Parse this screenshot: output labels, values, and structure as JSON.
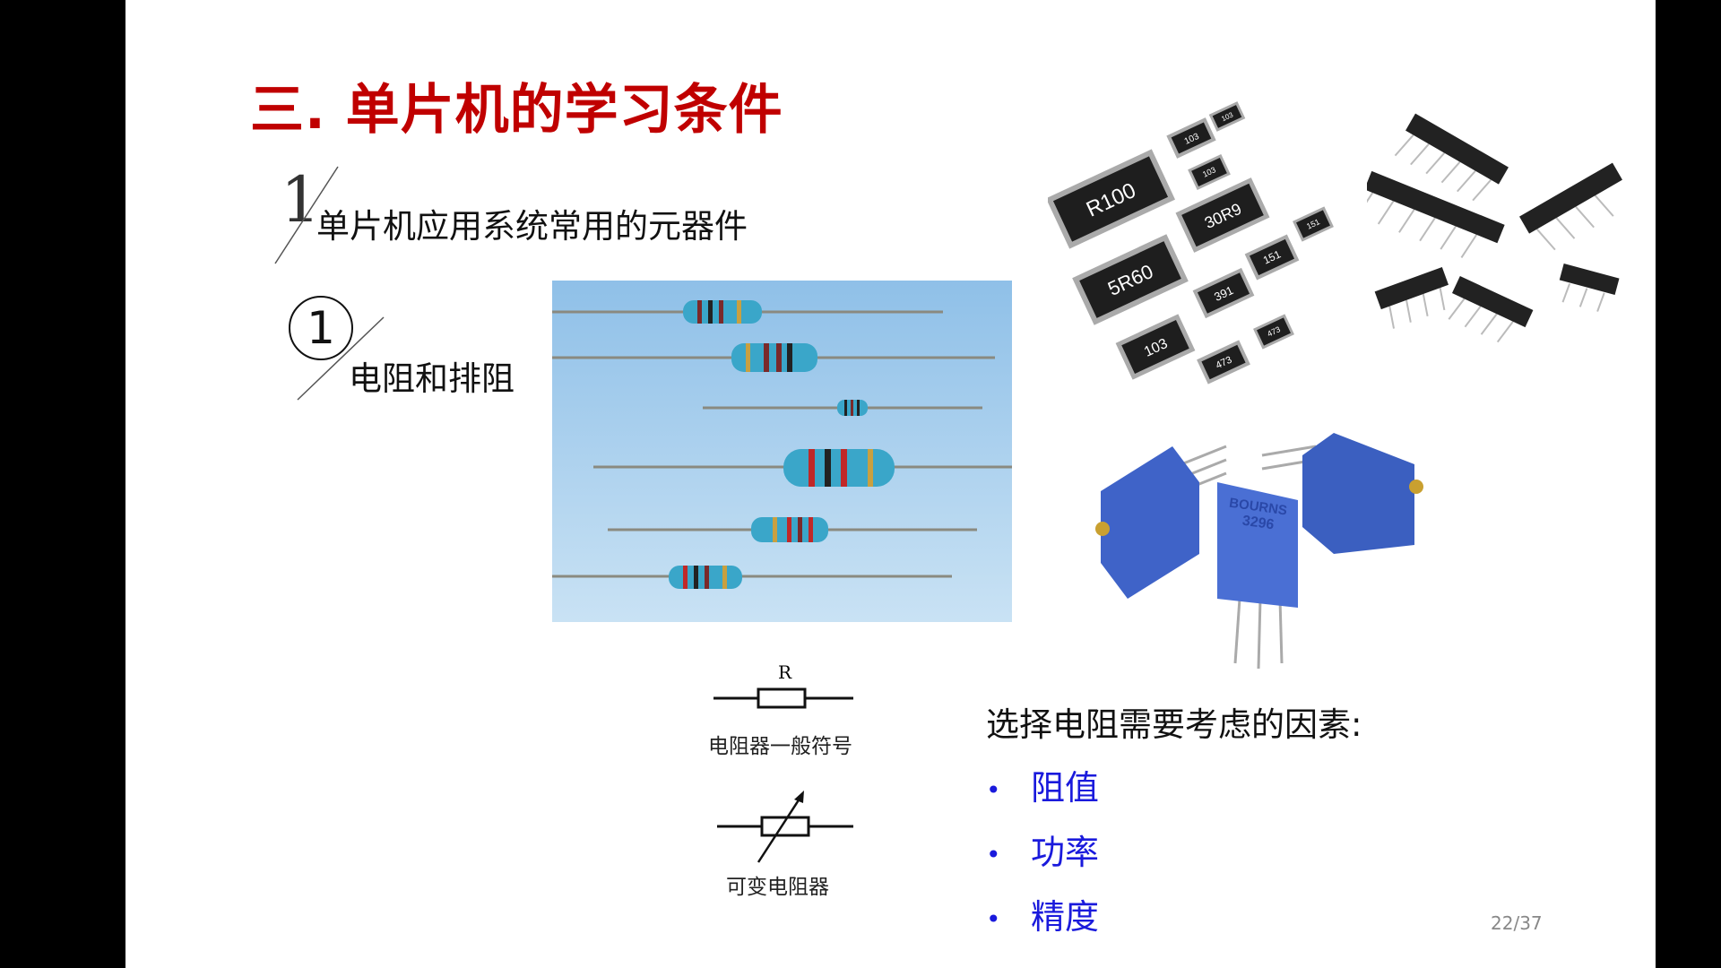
{
  "slide": {
    "title": "三. 单片机的学习条件",
    "section_number": "1",
    "section_title": "单片机应用系统常用的元器件",
    "subsection_number": "1",
    "subsection_title": "电阻和排阻",
    "photos": {
      "smd_labels": [
        "R100",
        "103",
        "103",
        "103",
        "30R9",
        "151",
        "151",
        "5R60",
        "391",
        "103",
        "473",
        "473"
      ],
      "potentiometer_brand": "BOURNS",
      "potentiometer_model": "3296"
    },
    "symbols": {
      "fixed_letter": "R",
      "fixed_caption": "电阻器一般符号",
      "variable_caption": "可变电阻器"
    },
    "factors_heading": "选择电阻需要考虑的因素:",
    "factors": [
      "阻值",
      "功率",
      "精度"
    ],
    "bullet_char": "•",
    "page_indicator": "22/37",
    "colors": {
      "title": "#c00000",
      "factor": "#1a1adc"
    }
  }
}
